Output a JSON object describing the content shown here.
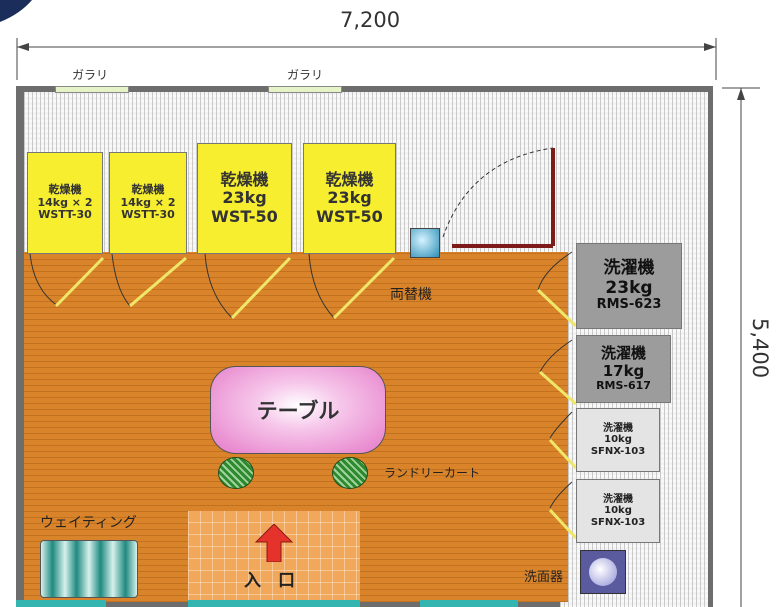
{
  "dimensions": {
    "width": "7,200",
    "depth": "5,400"
  },
  "windows": [
    {
      "label": "ガラリ"
    },
    {
      "label": "ガラリ"
    }
  ],
  "dryers": [
    {
      "title": "乾燥機",
      "capacity": "14kg × 2",
      "model": "WSTT-30"
    },
    {
      "title": "乾燥機",
      "capacity": "14kg × 2",
      "model": "WSTT-30"
    },
    {
      "title": "乾燥機",
      "capacity": "23kg",
      "model": "WST-50"
    },
    {
      "title": "乾燥機",
      "capacity": "23kg",
      "model": "WST-50"
    }
  ],
  "washers": [
    {
      "title": "洗濯機",
      "capacity": "23kg",
      "model": "RMS-623"
    },
    {
      "title": "洗濯機",
      "capacity": "17kg",
      "model": "RMS-617"
    },
    {
      "title": "洗濯機",
      "capacity": "10kg",
      "model": "SFNX-103"
    },
    {
      "title": "洗濯機",
      "capacity": "10kg",
      "model": "SFNX-103"
    }
  ],
  "labels": {
    "changer": "両替機",
    "table": "テーブル",
    "cart": "ランドリーカート",
    "waiting": "ウェイティング",
    "entrance": "入　口",
    "sink": "洗面器"
  },
  "colors": {
    "floor": "#d9842a",
    "dryer": "#f6ee2e",
    "table": "#e87ac9",
    "cart": "#2f8a2f",
    "entrance_arrow": "#e5322b",
    "wall": "#6d6d6d"
  }
}
